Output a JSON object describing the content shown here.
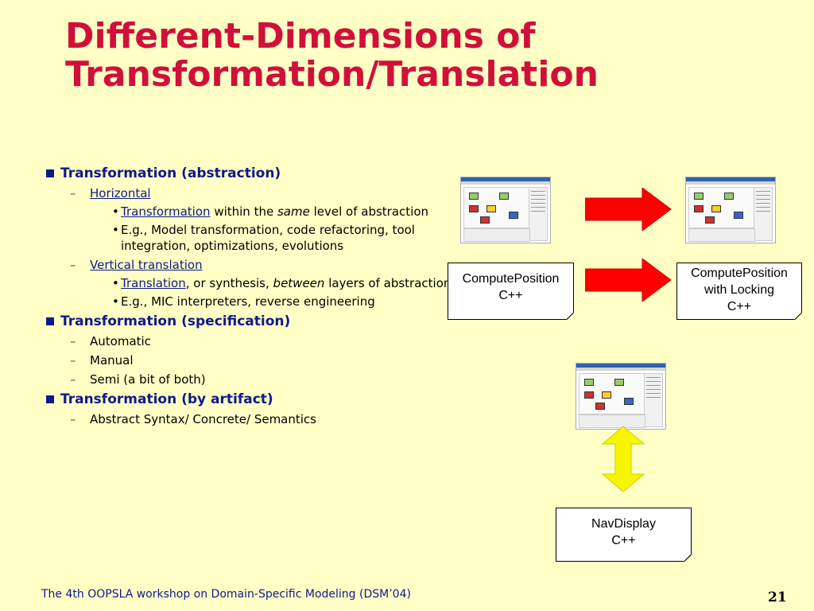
{
  "title": {
    "line1": "Different-Dimensions of",
    "line2": "Transformation/Translation"
  },
  "outline": {
    "abstraction": {
      "heading": "Transformation (abstraction)",
      "horizontal": {
        "label": "Horizontal",
        "b1_link": "Transformation",
        "b1_mid": " within the ",
        "b1_em": "same",
        "b1_tail": " level of abstraction",
        "b2": "E.g., Model transformation, code refactoring, tool integration, optimizations, evolutions"
      },
      "vertical": {
        "label": "Vertical translation",
        "b1_link": "Translation",
        "b1_mid": ", or synthesis, ",
        "b1_em": "between",
        "b1_tail": " layers of abstraction",
        "b2": "E.g., MIC interpreters, reverse engineering"
      }
    },
    "specification": {
      "heading": "Transformation (specification)",
      "items": [
        "Automatic",
        "Manual",
        "Semi (a bit of both)"
      ]
    },
    "artifact": {
      "heading": "Transformation (by artifact)",
      "items": [
        "Abstract Syntax/ Concrete/ Semantics"
      ]
    }
  },
  "diagram": {
    "note_left": [
      "ComputePosition",
      "C++"
    ],
    "note_right": [
      "ComputePosition",
      "with Locking",
      "C++"
    ],
    "note_bottom": [
      "NavDisplay",
      "C++"
    ],
    "colors": {
      "red_arrow": "#ff0000",
      "yellow_arrow": "#f6f600",
      "accent": "#d0103a",
      "text_blue": "#0e1a8c"
    }
  },
  "footer": {
    "text": "The 4th OOPSLA workshop on Domain-Specific Modeling (DSM’04)",
    "page": "21"
  }
}
